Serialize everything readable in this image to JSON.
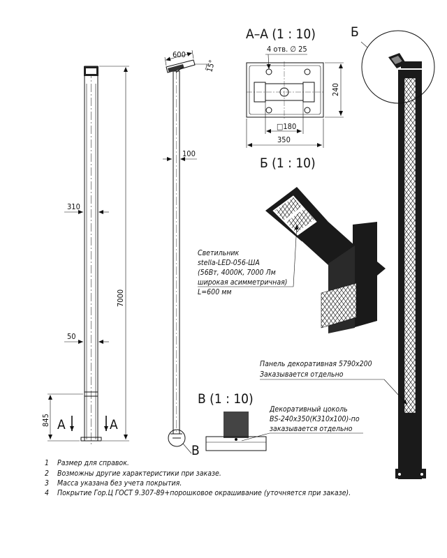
{
  "front_view": {
    "dim_width_top": "310",
    "dim_width_bottom": "50",
    "dim_height": "7000",
    "dim_base": "845",
    "cut_left": "A",
    "cut_right": "A"
  },
  "side_view": {
    "dim_arm": "600",
    "dim_angle": "15°",
    "dim_pole": "100",
    "callout": "В"
  },
  "section_aa": {
    "title": "А–А (1 : 10)",
    "holes": "4 отв. ∅ 25",
    "dim_square": "□180",
    "dim_width": "350",
    "dim_height": "240"
  },
  "detail_b": {
    "title": "Б (1 : 10)",
    "circle_label": "Б"
  },
  "detail_v": {
    "title": "В (1 : 10)"
  },
  "luminaire": {
    "lines": [
      "Светильник",
      "stella-LED-056-ША",
      "(56Вт, 4000К, 7000 Лм",
      "широкая асимметричная)",
      "L=600 мм"
    ]
  },
  "panel": {
    "lines": [
      "Панель декоративная 5790х200",
      "Заказывается отдельно"
    ]
  },
  "base_note": {
    "lines": [
      "Декоративный цоколь",
      "BS-240x350(К310х100)-по",
      "заказывается отдельно"
    ]
  },
  "notes": [
    {
      "num": "1",
      "text": "Размер для справок."
    },
    {
      "num": "2",
      "text": "Возможны другие характеристики при заказе."
    },
    {
      "num": "3",
      "text": "Масса указана без учета покрытия."
    },
    {
      "num": "4",
      "text": "Покрытие Гор.Ц ГОСТ 9.307-89+порошковое окрашивание (уточняется при заказе)."
    }
  ]
}
